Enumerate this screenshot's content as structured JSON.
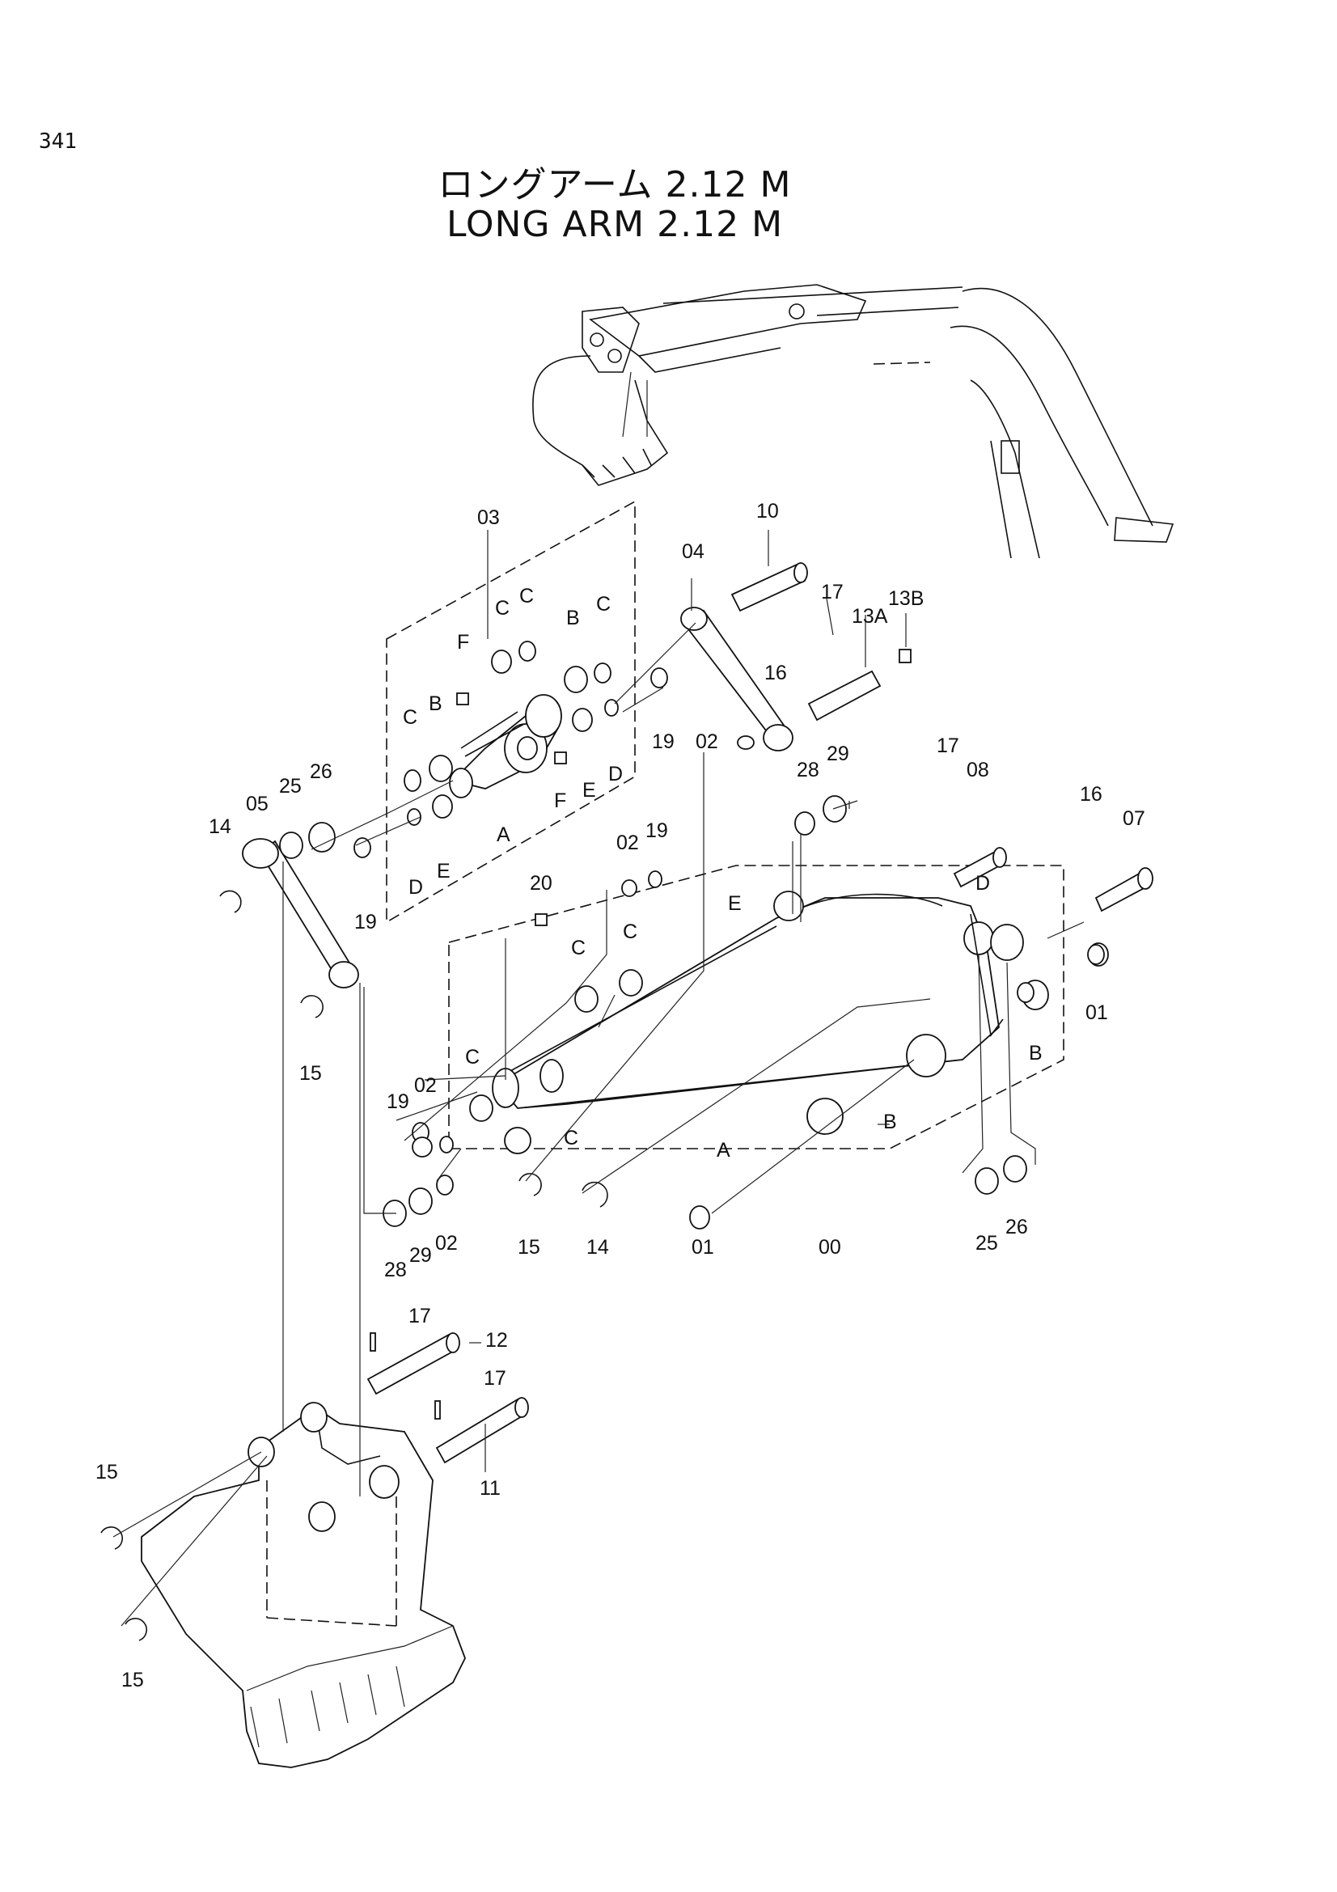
{
  "page_number": "341",
  "title_jp": "ロングアーム 2.12 M",
  "title_en": "LONG  ARM  2.12 M",
  "callouts": [
    {
      "id": "c-03",
      "text": "03"
    },
    {
      "id": "c-04",
      "text": "04"
    },
    {
      "id": "c-10",
      "text": "10"
    },
    {
      "id": "c-17a",
      "text": "17"
    },
    {
      "id": "c-13a",
      "text": "13A"
    },
    {
      "id": "c-13b",
      "text": "13B"
    },
    {
      "id": "c-16a",
      "text": "16"
    },
    {
      "id": "c-19a",
      "text": "19"
    },
    {
      "id": "c-02a",
      "text": "02"
    },
    {
      "id": "c-Ca",
      "text": "C"
    },
    {
      "id": "c-Cb",
      "text": "C"
    },
    {
      "id": "c-Cc",
      "text": "C"
    },
    {
      "id": "c-Cd",
      "text": "C"
    },
    {
      "id": "c-Ba",
      "text": "B"
    },
    {
      "id": "c-Bb",
      "text": "B"
    },
    {
      "id": "c-Fa",
      "text": "F"
    },
    {
      "id": "c-Fb",
      "text": "F"
    },
    {
      "id": "c-Ea",
      "text": "E"
    },
    {
      "id": "c-Eb",
      "text": "E"
    },
    {
      "id": "c-Da",
      "text": "D"
    },
    {
      "id": "c-Db",
      "text": "D"
    },
    {
      "id": "c-Aa",
      "text": "A"
    },
    {
      "id": "c-25a",
      "text": "25"
    },
    {
      "id": "c-26a",
      "text": "26"
    },
    {
      "id": "c-05",
      "text": "05"
    },
    {
      "id": "c-14a",
      "text": "14"
    },
    {
      "id": "c-19b",
      "text": "19"
    },
    {
      "id": "c-17b",
      "text": "17"
    },
    {
      "id": "c-08",
      "text": "08"
    },
    {
      "id": "c-28a",
      "text": "28"
    },
    {
      "id": "c-29a",
      "text": "29"
    },
    {
      "id": "c-16b",
      "text": "16"
    },
    {
      "id": "c-07",
      "text": "07"
    },
    {
      "id": "c-02b",
      "text": "02"
    },
    {
      "id": "c-19c",
      "text": "19"
    },
    {
      "id": "c-20",
      "text": "20"
    },
    {
      "id": "c-Ce",
      "text": "C"
    },
    {
      "id": "c-Cf",
      "text": "C"
    },
    {
      "id": "c-Ec",
      "text": "E"
    },
    {
      "id": "c-Dc",
      "text": "D"
    },
    {
      "id": "c-01a",
      "text": "01"
    },
    {
      "id": "c-Bc",
      "text": "B"
    },
    {
      "id": "c-15a",
      "text": "15"
    },
    {
      "id": "c-Cg",
      "text": "C"
    },
    {
      "id": "c-19d",
      "text": "19"
    },
    {
      "id": "c-02c",
      "text": "02"
    },
    {
      "id": "c-Ch",
      "text": "C"
    },
    {
      "id": "c-Ab",
      "text": "A"
    },
    {
      "id": "c-Bd",
      "text": "B"
    },
    {
      "id": "c-28b",
      "text": "28"
    },
    {
      "id": "c-29b",
      "text": "29"
    },
    {
      "id": "c-02d",
      "text": "02"
    },
    {
      "id": "c-15b",
      "text": "15"
    },
    {
      "id": "c-14b",
      "text": "14"
    },
    {
      "id": "c-01b",
      "text": "01"
    },
    {
      "id": "c-00",
      "text": "00"
    },
    {
      "id": "c-25b",
      "text": "25"
    },
    {
      "id": "c-26b",
      "text": "26"
    },
    {
      "id": "c-17c",
      "text": "17"
    },
    {
      "id": "c-12",
      "text": "12"
    },
    {
      "id": "c-17d",
      "text": "17"
    },
    {
      "id": "c-11",
      "text": "11"
    },
    {
      "id": "c-15c",
      "text": "15"
    },
    {
      "id": "c-15d",
      "text": "15"
    }
  ]
}
